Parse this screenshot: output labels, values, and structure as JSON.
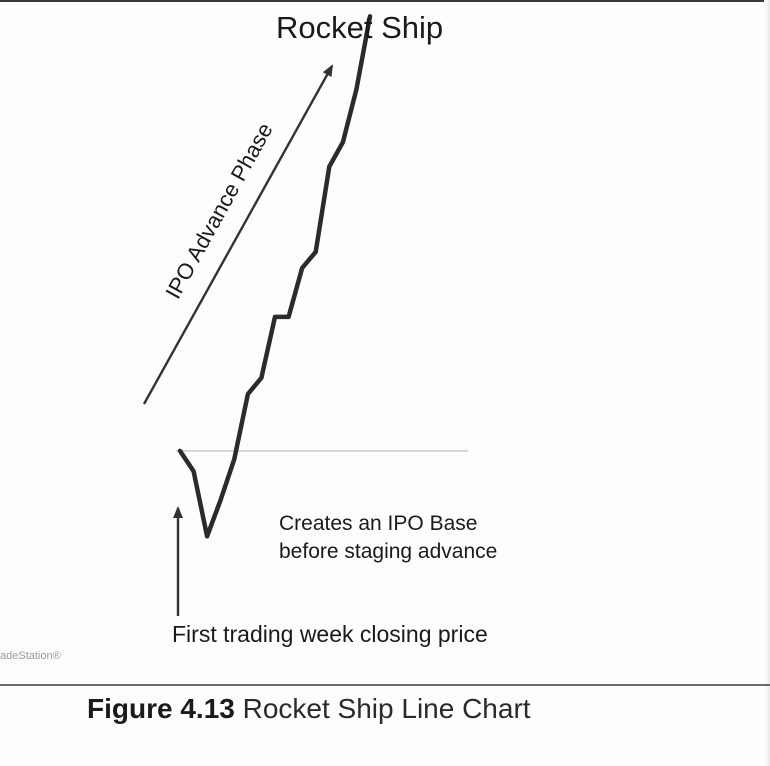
{
  "chart_data": {
    "type": "line",
    "title": "Rocket Ship",
    "xlabel": "",
    "ylabel": "",
    "grid": false,
    "legend": "none",
    "series": [
      {
        "values": [
          [
            0,
            49
          ],
          [
            2,
            44
          ],
          [
            4,
            28
          ],
          [
            6,
            37
          ],
          [
            8,
            47
          ],
          [
            10,
            63
          ],
          [
            12,
            67
          ],
          [
            14,
            82
          ],
          [
            16,
            82
          ],
          [
            18,
            94
          ],
          [
            20,
            98
          ],
          [
            22,
            119
          ],
          [
            24,
            125
          ],
          [
            26,
            138
          ],
          [
            28,
            156
          ]
        ]
      }
    ],
    "reference_lines": [
      {
        "name": "base-line",
        "y": 49
      }
    ],
    "annotations": {
      "advance_label": "IPO Advance Phase",
      "base_note_line1": "Creates an IPO Base",
      "base_note_line2": "before staging advance",
      "first_week_note": "First trading week closing price"
    },
    "colors": {
      "line": "#2b2b2b",
      "reference": "#cfcfcf"
    }
  },
  "source": "adeStation®",
  "caption": {
    "number": "Figure 4.13",
    "text": " Rocket Ship Line Chart"
  }
}
